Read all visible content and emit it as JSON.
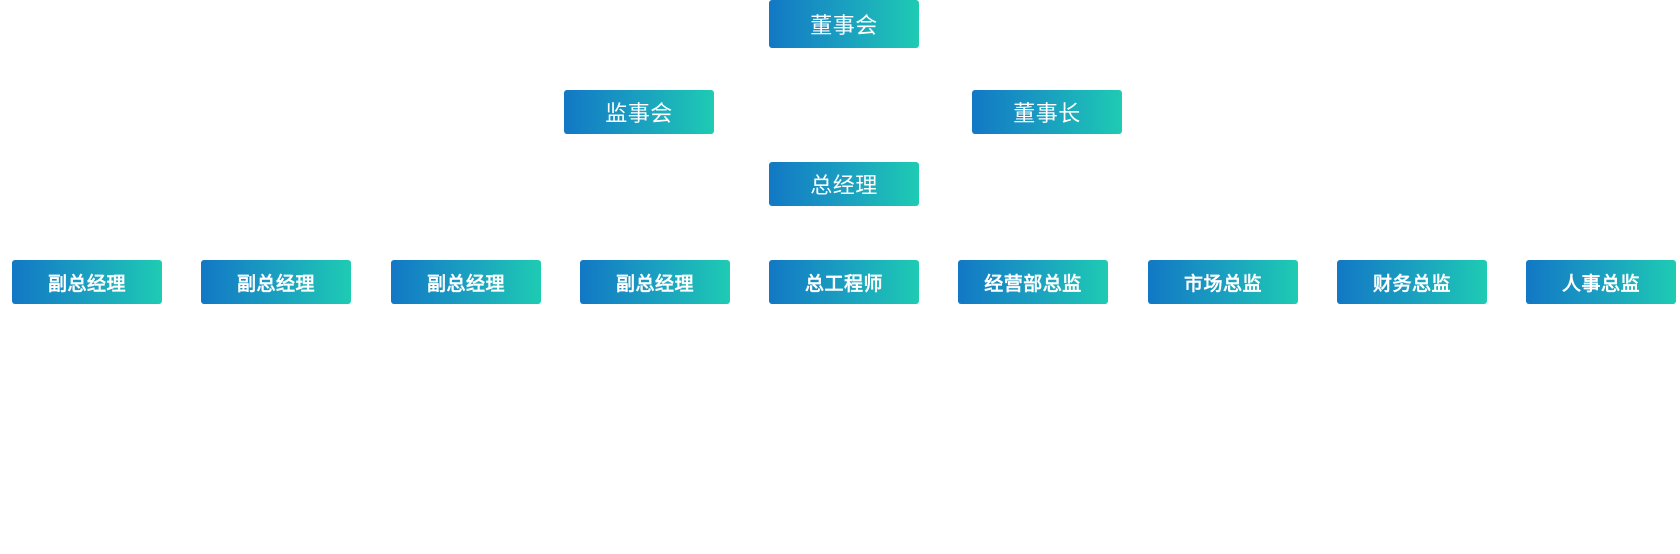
{
  "org_chart": {
    "top": {
      "board": "董事会"
    },
    "second": {
      "supervisory_board": "监事会",
      "chairman": "董事长"
    },
    "third": {
      "general_manager": "总经理"
    },
    "departments": [
      "副总经理",
      "副总经理",
      "副总经理",
      "副总经理",
      "总工程师",
      "经营部总监",
      "市场总监",
      "财务总监",
      "人事总监"
    ]
  },
  "colors": {
    "gradient_start": "#1278c5",
    "gradient_end": "#1ecbb3",
    "text": "#ffffff",
    "background": "#ffffff"
  }
}
